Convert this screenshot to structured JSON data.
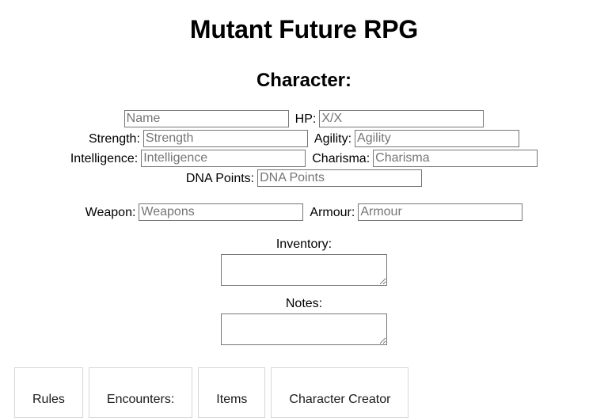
{
  "header": {
    "title": "Mutant Future RPG",
    "subtitle": "Character:"
  },
  "character_form": {
    "rows": [
      {
        "fields": [
          {
            "label": "",
            "placeholder": "Name",
            "value": "",
            "name": "name"
          },
          {
            "label": "HP:",
            "placeholder": "X/X",
            "value": "",
            "name": "hp"
          }
        ]
      },
      {
        "fields": [
          {
            "label": "Strength:",
            "placeholder": "Strength",
            "value": "",
            "name": "strength"
          },
          {
            "label": "Agility:",
            "placeholder": "Agility",
            "value": "",
            "name": "agility"
          }
        ]
      },
      {
        "fields": [
          {
            "label": "Intelligence:",
            "placeholder": "Intelligence",
            "value": "",
            "name": "intelligence"
          },
          {
            "label": "Charisma:",
            "placeholder": "Charisma",
            "value": "",
            "name": "charisma"
          }
        ]
      },
      {
        "fields": [
          {
            "label": "DNA Points:",
            "placeholder": "DNA Points",
            "value": "",
            "name": "dna-points"
          }
        ]
      }
    ],
    "gear": {
      "weapon_label": "Weapon:",
      "weapon_placeholder": "Weapons",
      "weapon_value": "",
      "armour_label": "Armour:",
      "armour_placeholder": "Armour",
      "armour_value": ""
    },
    "inventory": {
      "label": "Inventory:",
      "value": "",
      "placeholder": ""
    },
    "notes": {
      "label": "Notes:",
      "value": "",
      "placeholder": ""
    }
  },
  "nav_buttons": [
    {
      "label": "Rules",
      "name": "rules"
    },
    {
      "label": "Encounters:",
      "name": "encounters"
    },
    {
      "label": "Items",
      "name": "items"
    },
    {
      "label": "Character Creator",
      "name": "character-creator"
    }
  ],
  "colors": {
    "page_background": "#ffffff",
    "text": "#000000",
    "placeholder": "#757575",
    "field_border": "#767676",
    "button_border": "#d6d6d6",
    "button_text": "#1a1a1a"
  }
}
